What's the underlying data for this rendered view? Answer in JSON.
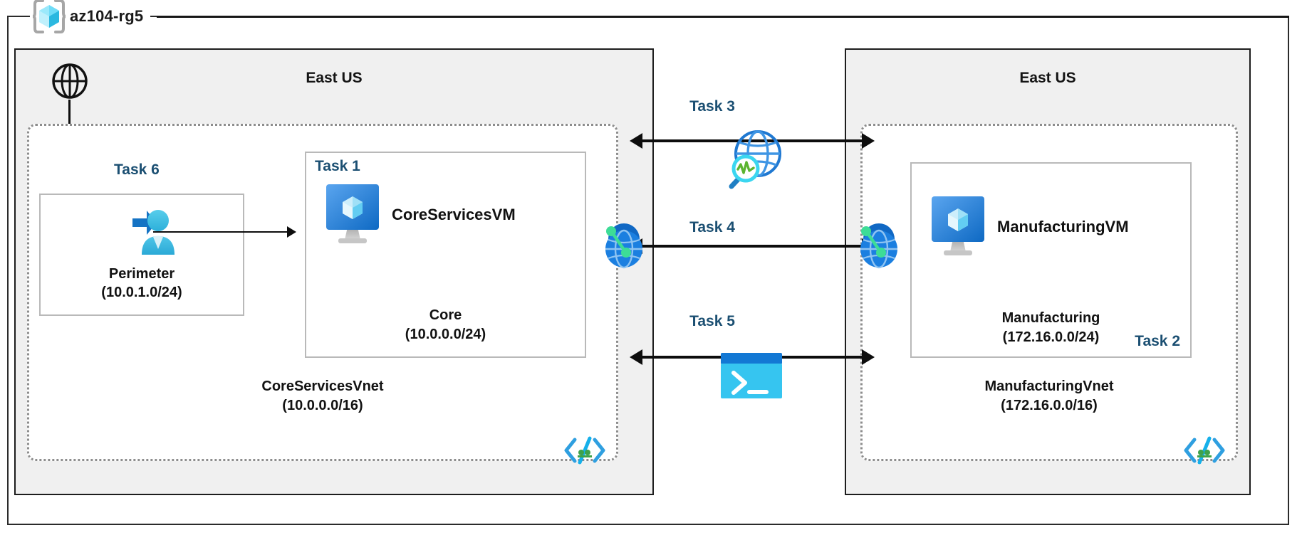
{
  "resource_group": {
    "name": "az104-rg5",
    "icon": "resource-group-cube-icon"
  },
  "regions": [
    {
      "id": "left",
      "title": "East US"
    },
    {
      "id": "right",
      "title": "East US"
    }
  ],
  "vnets": [
    {
      "id": "coreservicesvnet",
      "name": "CoreServicesVnet",
      "cidr": "(10.0.0.0/16)",
      "icon": "code-template-icon"
    },
    {
      "id": "manufacturingvnet",
      "name": "ManufacturingVnet",
      "cidr": "(172.16.0.0/16)",
      "icon": "code-template-icon"
    }
  ],
  "subnets": [
    {
      "id": "perimeter",
      "task": "Task 6",
      "name": "Perimeter",
      "cidr": "(10.0.1.0/24)",
      "icon": "bastion-user-icon"
    },
    {
      "id": "core",
      "task": "Task 1",
      "name": "Core",
      "cidr": "(10.0.0.0/24)",
      "vm": "CoreServicesVM",
      "icon": "virtual-machine-icon"
    },
    {
      "id": "manufacturing",
      "task": "Task 2",
      "name": "Manufacturing",
      "cidr": "(172.16.0.0/24)",
      "vm": "ManufacturingVM",
      "icon": "virtual-machine-icon"
    }
  ],
  "connections": [
    {
      "id": "task3",
      "label": "Task 3",
      "icon": "network-watcher-globe-icon"
    },
    {
      "id": "task4",
      "label": "Task 4",
      "icon": "vnet-peering-icon"
    },
    {
      "id": "task5",
      "label": "Task 5",
      "icon": "cloud-shell-terminal-icon"
    }
  ],
  "icons": {
    "public_internet": "globe-icon"
  },
  "colors": {
    "task_label": "#1b4f72",
    "region_fill": "#f0f0f0",
    "vnet_border": "#8d8d8d",
    "azure_blue": "#0f6cc6",
    "cyan": "#36c5f0",
    "peering_green": "#3ddc97"
  }
}
